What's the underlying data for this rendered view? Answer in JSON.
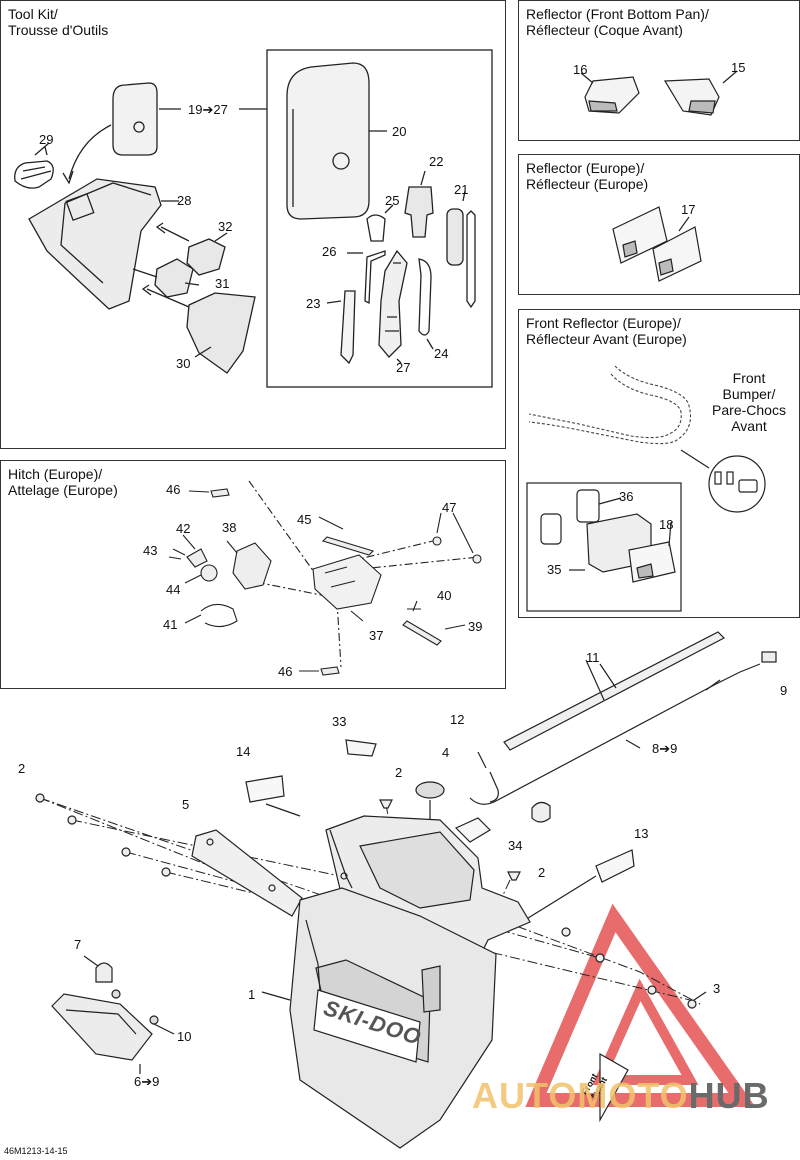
{
  "panels": {
    "tool_kit": {
      "title_en": "Tool Kit/",
      "title_fr": "Trousse d'Outils"
    },
    "reflector_front_bottom": {
      "title_en": "Reflector (Front Bottom Pan)/",
      "title_fr": "Réflecteur (Coque Avant)"
    },
    "reflector_europe": {
      "title_en": "Reflector (Europe)/",
      "title_fr": "Réflecteur (Europe)"
    },
    "front_reflector_europe": {
      "title_en": "Front Reflector (Europe)/",
      "title_fr": "Réflecteur Avant (Europe)",
      "bumper_lines": [
        "Front",
        "Bumper/",
        "Pare-Chocs",
        "Avant"
      ]
    },
    "hitch_europe": {
      "title_en": "Hitch (Europe)/",
      "title_fr": "Attelage (Europe)"
    }
  },
  "callouts": {
    "tool_kit": [
      "19➔27",
      "20",
      "22",
      "21",
      "25",
      "26",
      "23",
      "24",
      "27",
      "29",
      "28",
      "32",
      "31",
      "30"
    ],
    "reflector_front_bottom": [
      "16",
      "15"
    ],
    "reflector_europe": [
      "17"
    ],
    "front_reflector_europe": [
      "36",
      "18",
      "35"
    ],
    "hitch_europe": [
      "46",
      "47",
      "45",
      "42",
      "38",
      "43",
      "44",
      "40",
      "41",
      "37",
      "39",
      "46"
    ],
    "main": [
      "11",
      "9",
      "12",
      "8➔9",
      "33",
      "4",
      "14",
      "2",
      "2",
      "5",
      "34",
      "13",
      "2",
      "7",
      "1",
      "3",
      "10",
      "6➔9"
    ]
  },
  "logo_text": "SKI-DOO",
  "sticker_text": [
    "Front",
    "Avant"
  ],
  "footer_code": "46M1213-14-15",
  "watermark": {
    "part1": "AUTOMOTO",
    "part2": "HUB"
  },
  "colors": {
    "line": "#222222",
    "watermark_red": "#e23b3b",
    "watermark_yellow": "#f2c36b"
  }
}
